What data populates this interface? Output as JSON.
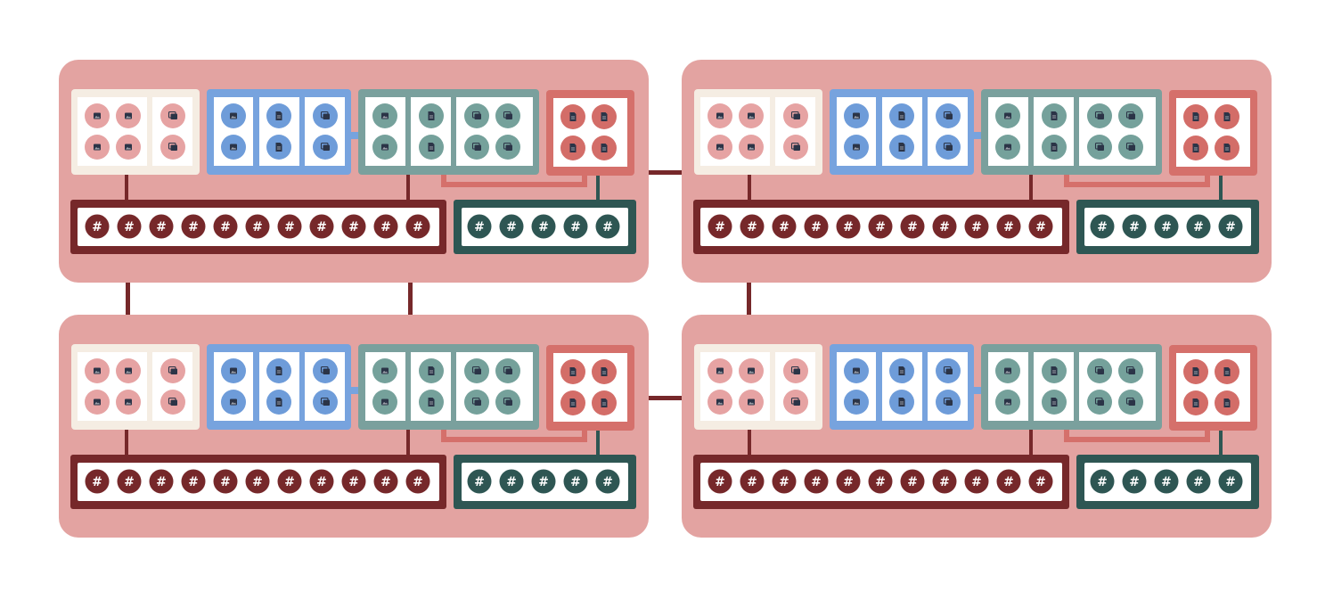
{
  "colors": {
    "background": "#ffffff",
    "panel": "#e3a3a1",
    "connector": "#76282a",
    "cream_box": "#f5ede3",
    "cream_circle": "#e6a3a3",
    "blue_box": "#77a3de",
    "blue_circle": "#6e9cd9",
    "teal_box": "#7aa09d",
    "teal_circle": "#75a19b",
    "red_box": "#d5706b",
    "red_circle": "#d36d68",
    "maroon_bar": "#76282a",
    "maroon_circle": "#76282a",
    "dark_teal_bar": "#2e5653",
    "dark_teal_circle": "#2e5653",
    "icon_fill": "#2b3447",
    "hash_fill": "#ffffff"
  },
  "icons": {
    "cream": [
      "image-icon",
      "image-icon",
      "gallery-icon"
    ],
    "blue": [
      "image-icon",
      "document-icon",
      "gallery-icon"
    ],
    "teal": [
      "image-icon",
      "document-icon",
      "gallery-icon"
    ],
    "red": [
      "document-icon"
    ]
  },
  "hash_symbol": "#",
  "panels": [
    {
      "id": "top-left"
    },
    {
      "id": "top-right"
    },
    {
      "id": "bottom-left"
    },
    {
      "id": "bottom-right"
    }
  ],
  "bottom_bars": {
    "maroon_count": 11,
    "dark_teal_count": 5
  }
}
